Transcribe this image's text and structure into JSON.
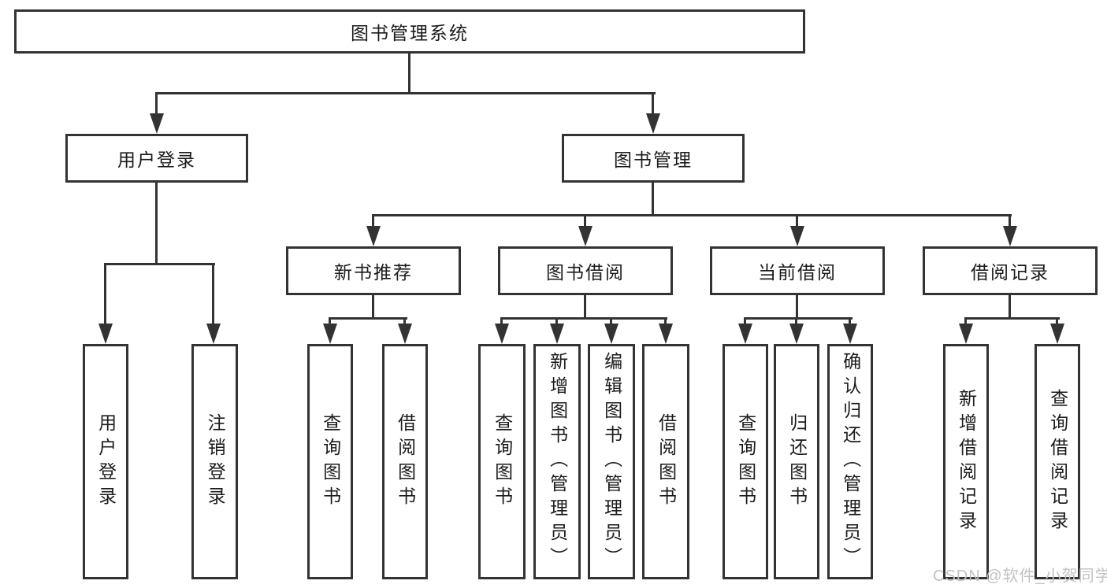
{
  "colors": {
    "line": "#333333",
    "text": "#1b1b1b",
    "background": "#ffffff",
    "watermark": "#c2c2c2"
  },
  "watermark": {
    "text": "CSDN @软件_小贺同学"
  },
  "tree": {
    "label": "图书管理系统",
    "children": [
      {
        "label": "用户登录",
        "children": [
          {
            "label": "用户登录"
          },
          {
            "label": "注销登录"
          }
        ]
      },
      {
        "label": "图书管理",
        "children": [
          {
            "label": "新书推荐",
            "children": [
              {
                "label": "查询图书"
              },
              {
                "label": "借阅图书"
              }
            ]
          },
          {
            "label": "图书借阅",
            "children": [
              {
                "label": "查询图书"
              },
              {
                "label": "新增图书（管理员）"
              },
              {
                "label": "编辑图书（管理员）"
              },
              {
                "label": "借阅图书"
              }
            ]
          },
          {
            "label": "当前借阅",
            "children": [
              {
                "label": "查询图书"
              },
              {
                "label": "归还图书"
              },
              {
                "label": "确认归还（管理员）"
              }
            ]
          },
          {
            "label": "借阅记录",
            "children": [
              {
                "label": "新增借阅记录"
              },
              {
                "label": "查询借阅记录"
              }
            ]
          }
        ]
      }
    ]
  }
}
